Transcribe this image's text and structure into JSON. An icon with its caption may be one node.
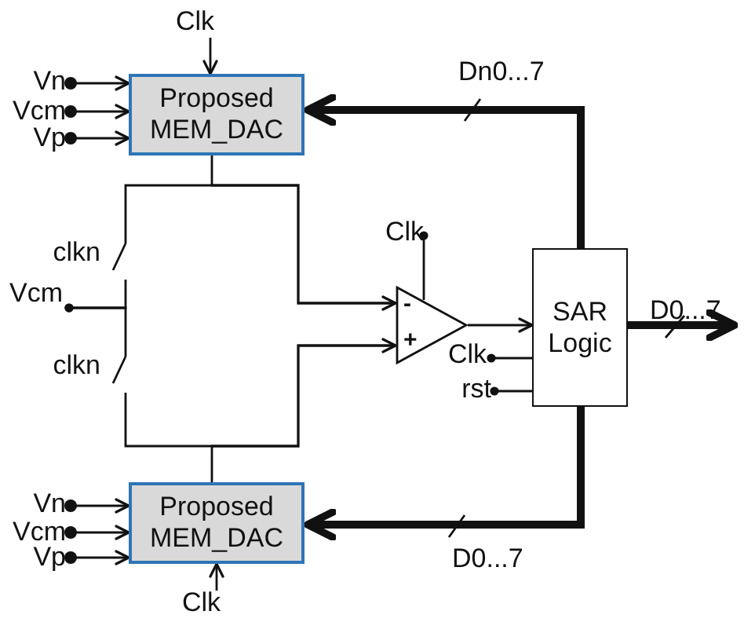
{
  "diagram": {
    "nodes": [
      {
        "text": [
          "Clk"
        ]
      },
      {
        "text": [
          "Vn"
        ]
      },
      {
        "text": [
          "Vcm"
        ]
      },
      {
        "text": [
          "Vp"
        ]
      },
      {
        "text": [
          "Proposed MEM_DAC"
        ]
      },
      {
        "text": [],
        "shape": "switch",
        "beside": [
          "clkn"
        ]
      },
      {
        "text": [
          "Clk"
        ]
      },
      {
        "text": [
          "Vcm"
        ]
      },
      {
        "text": [
          "-",
          "+"
        ]
      },
      {
        "text": [
          "SAR Logic"
        ]
      },
      {
        "text": [
          "Clk"
        ]
      },
      {
        "text": [
          "rst"
        ]
      },
      {
        "text": [],
        "shape": "switch",
        "beside": [
          "clkn"
        ]
      },
      {
        "text": [
          "Vn"
        ]
      },
      {
        "text": [
          "Vcm"
        ]
      },
      {
        "text": [
          "Vp"
        ]
      },
      {
        "text": [
          "Proposed MEM_DAC"
        ]
      },
      {
        "text": [
          "Clk"
        ]
      }
    ],
    "edges": [
      {
        "from": 0,
        "to": 4,
        "arrow": "to"
      },
      {
        "from": 1,
        "to": 4,
        "arrow": "to"
      },
      {
        "from": 2,
        "to": 4,
        "arrow": "to"
      },
      {
        "from": 3,
        "to": 4,
        "arrow": "to"
      },
      {
        "from": 4,
        "to": 8,
        "arrow": "to"
      },
      {
        "from": 5,
        "to": 8,
        "arrow": "none"
      },
      {
        "from": 7,
        "to": 5,
        "arrow": "other"
      },
      {
        "from": 7,
        "to": 12,
        "arrow": "other"
      },
      {
        "from": 12,
        "to": 8,
        "arrow": "none"
      },
      {
        "from": 16,
        "to": 8,
        "arrow": "to"
      },
      {
        "from": 6,
        "to": 8,
        "arrow": "other"
      },
      {
        "from": 8,
        "to": 9,
        "arrow": "to"
      },
      {
        "from": 10,
        "to": 9,
        "arrow": "other"
      },
      {
        "from": 11,
        "to": 9,
        "arrow": "other"
      },
      {
        "from": 9,
        "to": 4,
        "arrow": "to",
        "style": "thick",
        "label": "Dn0...7"
      },
      {
        "from": 9,
        "to": 16,
        "arrow": "to",
        "style": "thick",
        "label": "D0...7"
      },
      {
        "from": 9,
        "to": null,
        "arrow": "to",
        "style": "thick",
        "label": "D0...7"
      },
      {
        "from": 17,
        "to": 16,
        "arrow": "to"
      },
      {
        "from": 13,
        "to": 16,
        "arrow": "to"
      },
      {
        "from": 14,
        "to": 16,
        "arrow": "to"
      },
      {
        "from": 15,
        "to": 16,
        "arrow": "to"
      }
    ]
  }
}
